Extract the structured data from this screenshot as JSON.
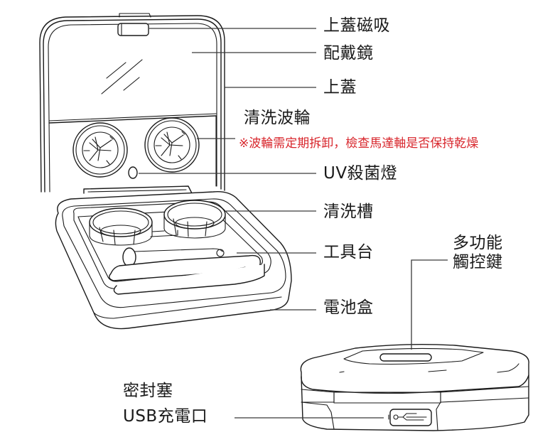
{
  "diagram": {
    "subject": "contact lens cleaning case",
    "labels": {
      "lid_magnet": "上蓋磁吸",
      "mirror": "配戴鏡",
      "lid": "上蓋",
      "cleaning_wheel": "清洗波輪",
      "wheel_warning": "※波輪需定期拆卸，檢查馬達軸是否保持乾燥",
      "uv_lamp": "UV殺菌燈",
      "cleaning_tank": "清洗槽",
      "tool_tray": "工具台",
      "battery_box": "電池盒",
      "touch_key_line1": "多功能",
      "touch_key_line2": "觸控鍵",
      "seal_plug": "密封塞",
      "usb_port": "USB充電口"
    },
    "colors": {
      "line": "#1a1a1a",
      "warning": "#d8262c",
      "background": "#ffffff"
    }
  }
}
